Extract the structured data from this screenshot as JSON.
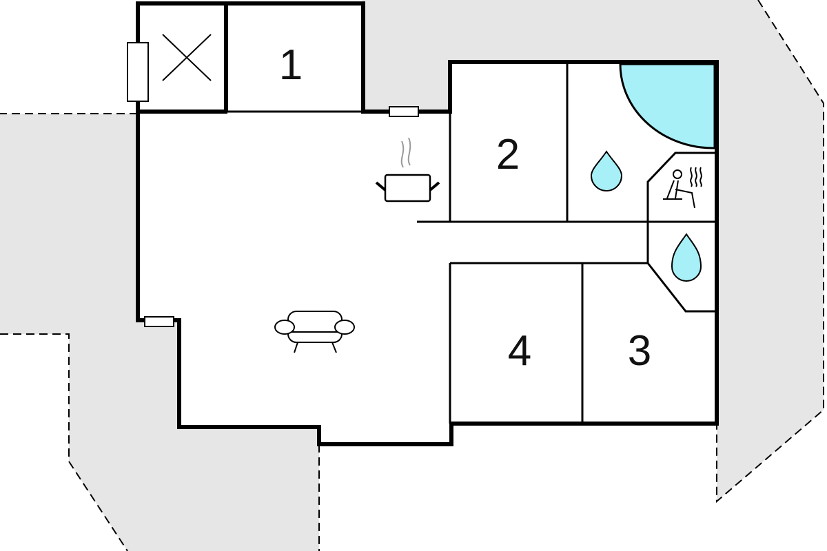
{
  "plan": {
    "rooms": [
      {
        "label": "1"
      },
      {
        "label": "2"
      },
      {
        "label": "3"
      },
      {
        "label": "4"
      }
    ],
    "icons": [
      "cross-icon",
      "cooking-pot-icon",
      "sofa-icon",
      "pool-icon",
      "shower-drop-icon",
      "sauna-icon",
      "shower-drop-icon",
      "window-icon"
    ],
    "colors": {
      "terrace": "#e6e6e6",
      "water": "#a8f0f8",
      "wall": "#000000"
    }
  }
}
